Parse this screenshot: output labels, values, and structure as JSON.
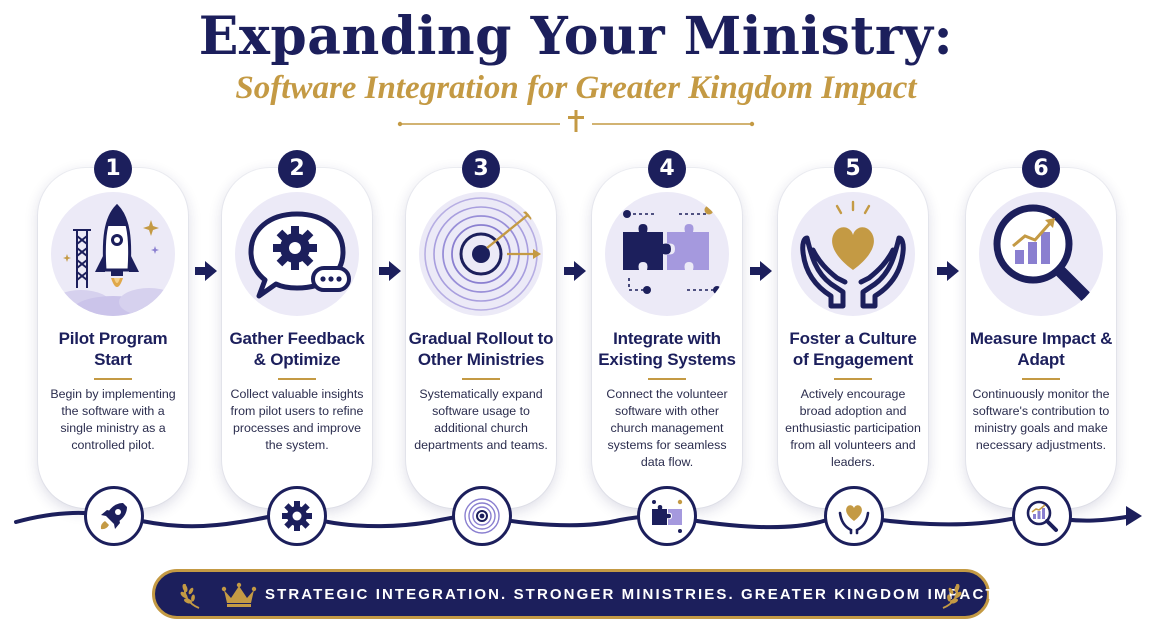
{
  "header": {
    "title": "Expanding Your Ministry:",
    "subtitle": "Software Integration for Greater Kingdom Impact"
  },
  "colors": {
    "navy": "#1c1f5c",
    "gold": "#c49a44",
    "lavender": "#eceaf7",
    "purple": "#8a7fd0"
  },
  "steps": [
    {
      "number": "1",
      "title": "Pilot Program Start",
      "description": "Begin by implementing the software with a single ministry as a controlled pilot.",
      "icon": "rocket-icon"
    },
    {
      "number": "2",
      "title": "Gather Feedback & Optimize",
      "description": "Collect valuable insights from pilot users to refine processes and improve the system.",
      "icon": "chat-gear-icon"
    },
    {
      "number": "3",
      "title": "Gradual Rollout to Other Ministries",
      "description": "Systematically expand software usage to additional church departments and teams.",
      "icon": "target-icon"
    },
    {
      "number": "4",
      "title": "Integrate with Existing Systems",
      "description": "Connect the volunteer software with other church management systems for seamless data flow.",
      "icon": "puzzle-icon"
    },
    {
      "number": "5",
      "title": "Foster a Culture of Engagement",
      "description": "Actively encourage broad adoption and enthusiastic participation from all volunteers and leaders.",
      "icon": "heart-hands-icon"
    },
    {
      "number": "6",
      "title": "Measure Impact & Adapt",
      "description": "Continuously monitor the software's contribution to ministry goals and make necessary adjustments.",
      "icon": "magnifier-chart-icon"
    }
  ],
  "banner": {
    "text": "STRATEGIC INTEGRATION. STRONGER MINISTRIES. GREATER KINGDOM IMPACT."
  }
}
